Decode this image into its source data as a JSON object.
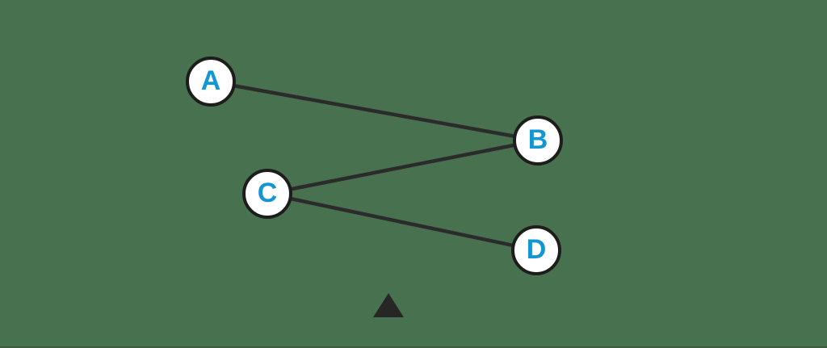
{
  "diagram": {
    "title": "node-link-diagram",
    "nodes": [
      {
        "id": "A",
        "label": "A"
      },
      {
        "id": "B",
        "label": "B"
      },
      {
        "id": "C",
        "label": "C"
      },
      {
        "id": "D",
        "label": "D"
      }
    ],
    "edges": [
      {
        "from": "A",
        "to": "B"
      },
      {
        "from": "B",
        "to": "C"
      },
      {
        "from": "C",
        "to": "D"
      }
    ],
    "marker": {
      "shape": "triangle-up"
    },
    "colors": {
      "background": "#47714F",
      "node_fill": "#FFFFFF",
      "node_border": "#1D1D1B",
      "node_label": "#1496D2",
      "edge": "#2B2B2B",
      "marker": "#262624"
    }
  }
}
